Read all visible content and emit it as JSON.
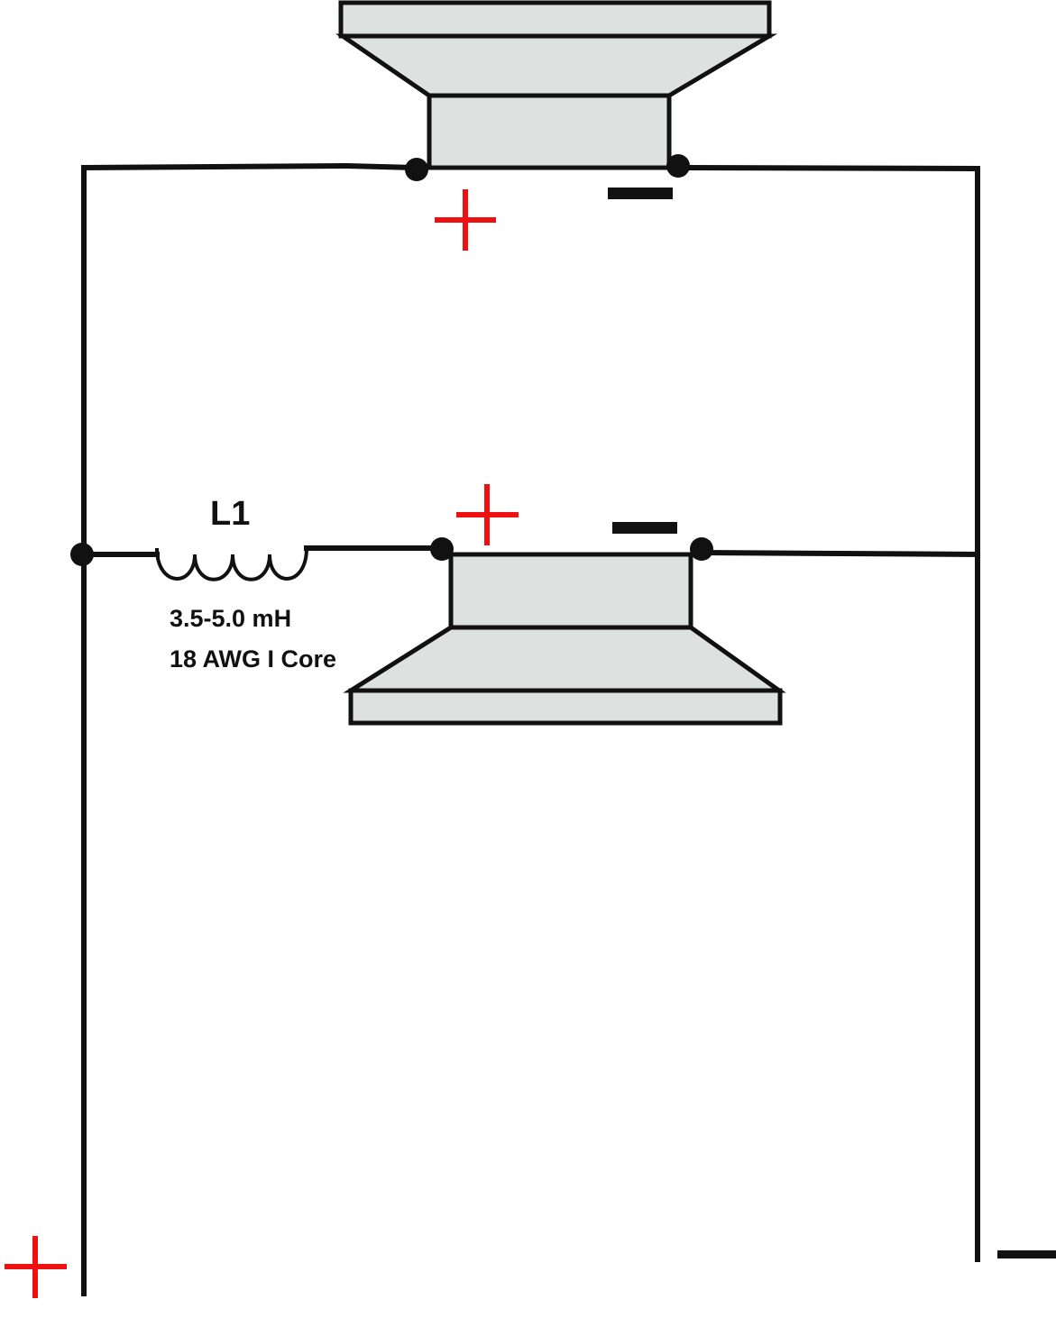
{
  "inductor": {
    "label": "L1",
    "value": "3.5-5.0 mH",
    "spec": "18 AWG I Core"
  },
  "polarity": {
    "plus_symbol": "+",
    "minus_symbol": "−"
  },
  "colors": {
    "wire": "#111111",
    "speaker_fill": "#dde1df",
    "plus_mark": "#ee1111",
    "minus_mark": "#111111",
    "background": "#ffffff"
  },
  "components": {
    "upper_speaker": "speaker",
    "lower_speaker": "speaker",
    "crossover_coil": "inductor"
  }
}
